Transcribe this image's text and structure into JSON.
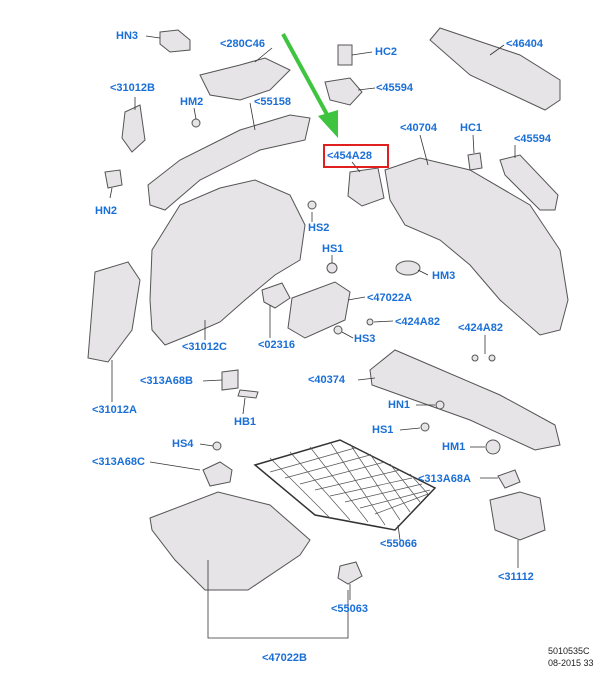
{
  "labels": {
    "hn3": "HN3",
    "c280c46": "<280C46",
    "hc2": "HC2",
    "c46404": "<46404",
    "c45594_top": "<45594",
    "c31012b": "<31012B",
    "hm2": "HM2",
    "c55158": "<55158",
    "c40704": "<40704",
    "hc1": "HC1",
    "c45594_right": "<45594",
    "c454a28": "<454A28",
    "hn2": "HN2",
    "hs2": "HS2",
    "hs1": "HS1",
    "hm3": "HM3",
    "c47022a": "<47022A",
    "c424a82_mid": "<424A82",
    "c424a82_right": "<424A82",
    "c31012c": "<31012C",
    "c02316": "<02316",
    "hs3": "HS3",
    "c313a68b": "<313A68B",
    "c40374": "<40374",
    "c31012a": "<31012A",
    "hb1": "HB1",
    "hn1": "HN1",
    "hs1_lower": "HS1",
    "hm1": "HM1",
    "hs4": "HS4",
    "c313a68c": "<313A68C",
    "c313a68a": "<313A68A",
    "c55066": "<55066",
    "c31112": "<31112",
    "c55063": "<55063",
    "c47022b": "<47022B"
  },
  "footer": {
    "code": "5010535C",
    "date": "08-2015 33"
  },
  "colors": {
    "label": "#1a6fd6",
    "highlight": "#e02020",
    "arrow": "#3ec43e",
    "line": "#333333",
    "part_fill": "#e6e4e6",
    "part_stroke": "#555555"
  }
}
